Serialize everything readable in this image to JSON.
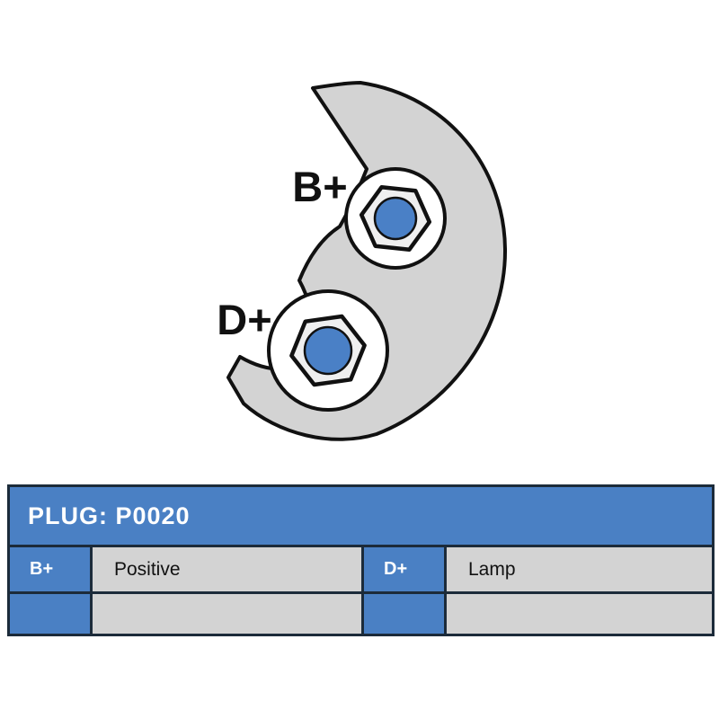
{
  "diagram": {
    "terminal_b_label": "B+",
    "terminal_d_label": "D+",
    "colors": {
      "body_gray": "#d3d3d3",
      "nut_fill": "#efefef",
      "stud_blue": "#4a80c6",
      "outline": "#111111"
    }
  },
  "table": {
    "title": "PLUG: P0020",
    "rows": [
      [
        "B+",
        "Positive",
        "D+",
        "Lamp"
      ],
      [
        "",
        "",
        "",
        ""
      ]
    ],
    "colors": {
      "blue_cell": "#4a80c4",
      "gray_cell": "#d3d3d3",
      "border": "#1c2b3a",
      "header_text": "#ffffff"
    }
  }
}
